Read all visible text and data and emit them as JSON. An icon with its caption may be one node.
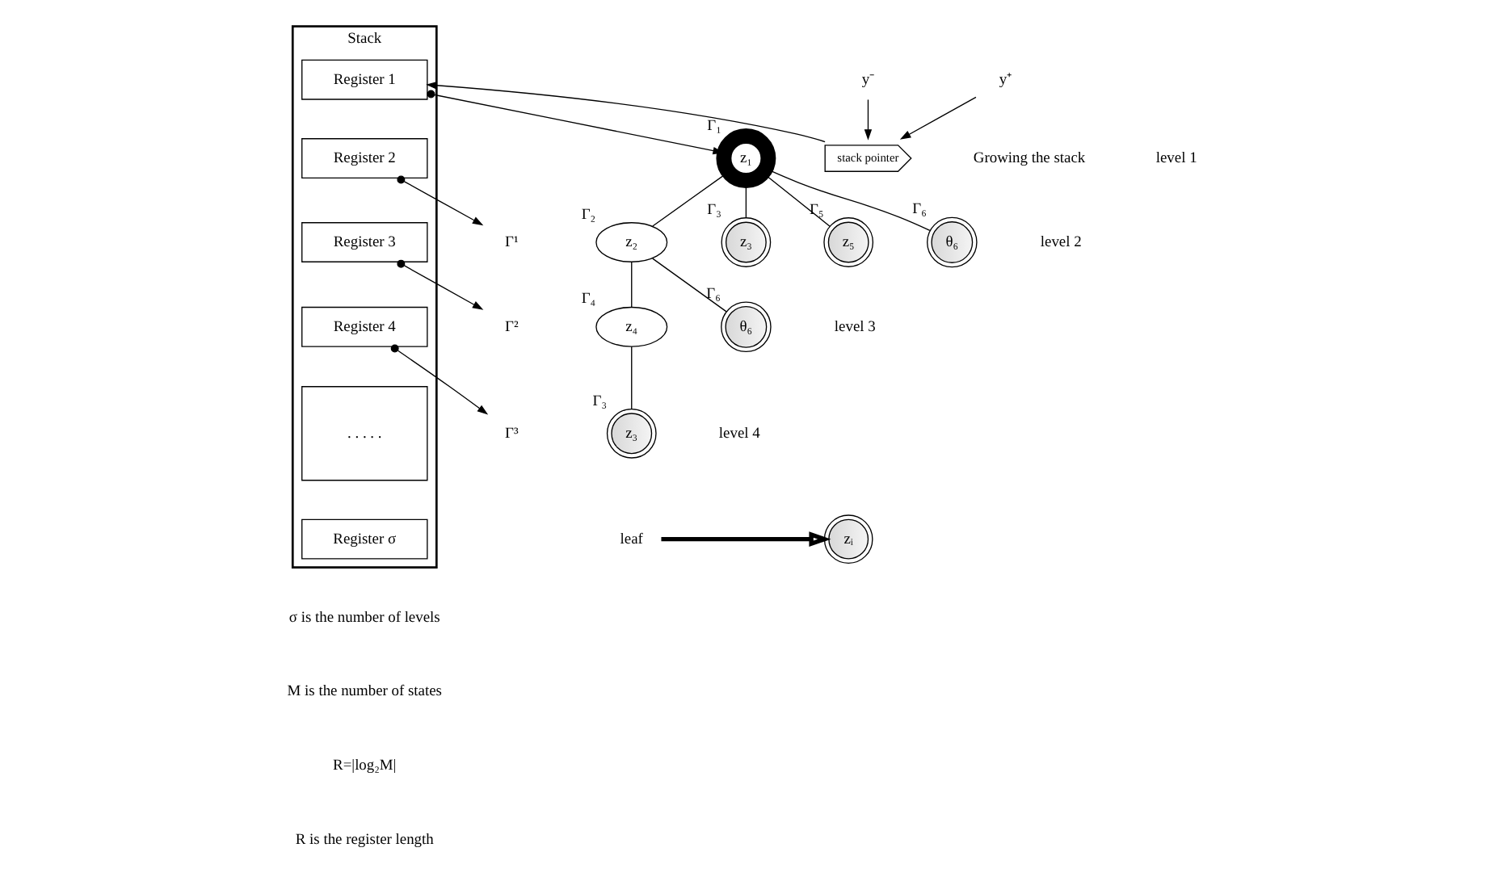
{
  "diagram": {
    "nodes": [
      {
        "text": [
          "stack pointer"
        ]
      },
      {
        "text": [
          "y⁺"
        ]
      },
      {
        "text": [
          "y⁻"
        ]
      },
      {
        "text": [
          "Stack"
        ]
      },
      {
        "text": [
          "Register 1"
        ],
        "in": 3
      },
      {
        "text": [
          "Register 2"
        ],
        "in": 3
      },
      {
        "text": [
          "Register 3"
        ],
        "in": 3
      },
      {
        "text": [
          "Register 4"
        ],
        "in": 3
      },
      {
        "text": [
          ". . . . ."
        ],
        "in": 3
      },
      {
        "text": [
          "Register σ"
        ],
        "in": 3
      },
      {
        "text": [
          "Γ¹"
        ]
      },
      {
        "text": [
          "Γ²"
        ]
      },
      {
        "text": [
          "Γ³"
        ]
      },
      {
        "text": [
          "z₁"
        ],
        "beside": [
          "Γ₁"
        ]
      },
      {
        "text": [
          "z₂"
        ],
        "beside": [
          "Γ₂"
        ]
      },
      {
        "text": [
          "z₃"
        ],
        "beside": [
          "Γ₃"
        ]
      },
      {
        "text": [
          "z₅"
        ],
        "beside": [
          "Γ₅"
        ]
      },
      {
        "text": [
          "θ₆"
        ],
        "beside": [
          "Γ₆"
        ]
      },
      {
        "text": [
          "z₄"
        ],
        "beside": [
          "Γ₄"
        ]
      },
      {
        "text": [
          "θ₆"
        ],
        "beside": [
          "Γ₆"
        ]
      },
      {
        "text": [
          "z₃"
        ],
        "beside": [
          "Γ₃"
        ]
      },
      {
        "text": [
          "leaf"
        ]
      },
      {
        "text": [
          "zᵢ"
        ]
      }
    ],
    "edges": [
      {
        "from": 1,
        "to": 0,
        "arrow": "to"
      },
      {
        "from": 2,
        "to": 0,
        "arrow": "to"
      },
      {
        "from": 0,
        "to": 4,
        "arrow": "to"
      },
      {
        "from": 4,
        "to": 13,
        "arrow": "to"
      },
      {
        "from": 5,
        "to": 10,
        "arrow": "to"
      },
      {
        "from": 6,
        "to": 11,
        "arrow": "to"
      },
      {
        "from": 7,
        "to": 12,
        "arrow": "to"
      },
      {
        "from": 13,
        "to": 14,
        "arrow": "none"
      },
      {
        "from": 13,
        "to": 15,
        "arrow": "none"
      },
      {
        "from": 13,
        "to": 16,
        "arrow": "none"
      },
      {
        "from": 13,
        "to": 17,
        "arrow": "none"
      },
      {
        "from": 14,
        "to": 18,
        "arrow": "none"
      },
      {
        "from": 14,
        "to": 19,
        "arrow": "none"
      },
      {
        "from": 18,
        "to": 20,
        "arrow": "none"
      },
      {
        "from": 21,
        "to": 22,
        "arrow": "to",
        "style": "thick"
      }
    ],
    "labels": [
      "level 1",
      "level 2",
      "level 3",
      "level 4",
      "Growing the stack",
      "σ is the number of levels",
      "M is the number of states",
      "R=|log₂M|",
      "R is the register length"
    ]
  }
}
